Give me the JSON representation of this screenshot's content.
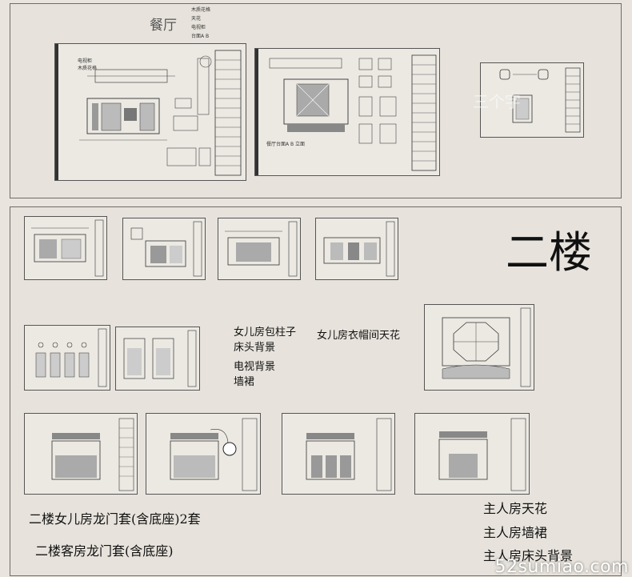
{
  "top_section": {
    "title": "餐厅",
    "legend_lines": [
      "木质花格",
      "天花",
      "电视柜",
      "台面A B"
    ],
    "sheet1_notes": [
      "电视柜",
      "木质花格"
    ],
    "sheet2_caption": "餐厅台面A B 立面",
    "faint_overlay": "三个字"
  },
  "second_floor": {
    "heading": "二楼",
    "notes_left": [
      "女儿房包柱子",
      "床头背景",
      "电视背景",
      "墙裙"
    ],
    "note_right": "女儿房衣帽间天花",
    "bottom_left": [
      "二楼女儿房龙门套(含底座)2套",
      "二楼客房龙门套(含底座)"
    ],
    "bottom_right": [
      "主人房天花",
      "主人房墙裙",
      "主人房床头背景"
    ]
  },
  "watermark": "52sumiao.com"
}
